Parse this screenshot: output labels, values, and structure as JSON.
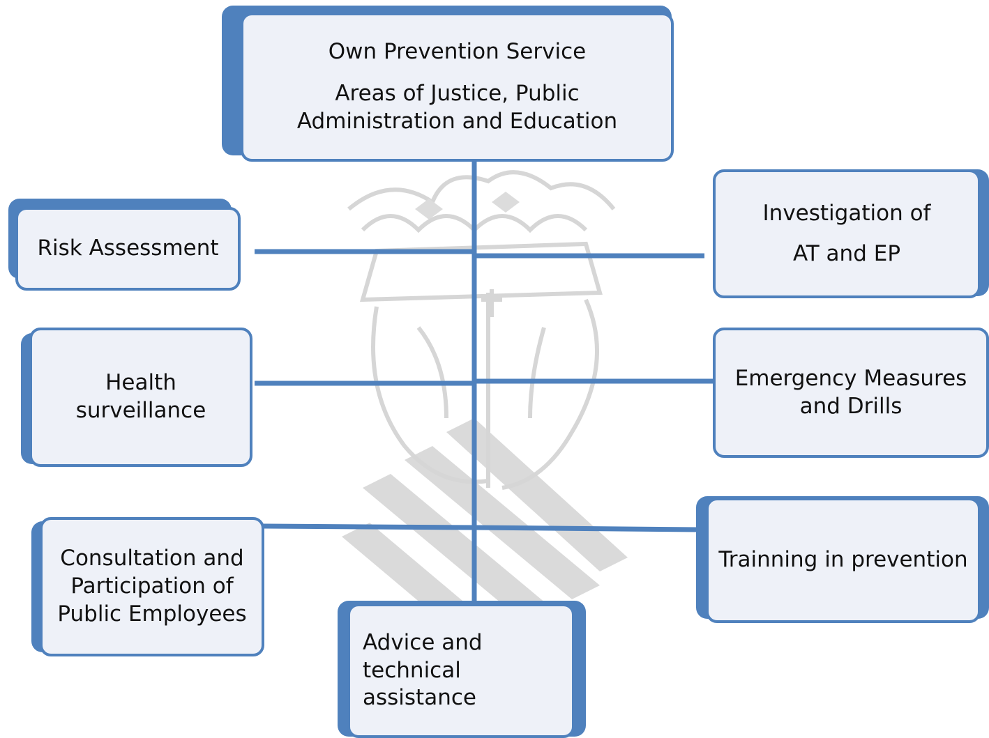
{
  "diagram": {
    "title": {
      "line1": "Own Prevention Service",
      "line2": "Areas of Justice, Public",
      "line3": "Administration and Education"
    },
    "nodes": {
      "risk_assessment": {
        "line1": "Risk Assessment"
      },
      "investigation": {
        "line1": "Investigation of",
        "line2": "AT and  EP"
      },
      "health": {
        "line1": "Health",
        "line2": "surveillance"
      },
      "emergency": {
        "line1": "Emergency Measures",
        "line2": "and Drills"
      },
      "consultation": {
        "line1": "Consultation and",
        "line2": "Participation of",
        "line3": "Public Employees"
      },
      "training": {
        "line1": "Trainning in prevention"
      },
      "advice": {
        "line1": "Advice and",
        "line2": "technical",
        "line3": "assistance"
      }
    },
    "colors": {
      "accent": "#4f81bd",
      "box_fill": "#eef1f8",
      "watermark": "#d0d0d0"
    }
  }
}
